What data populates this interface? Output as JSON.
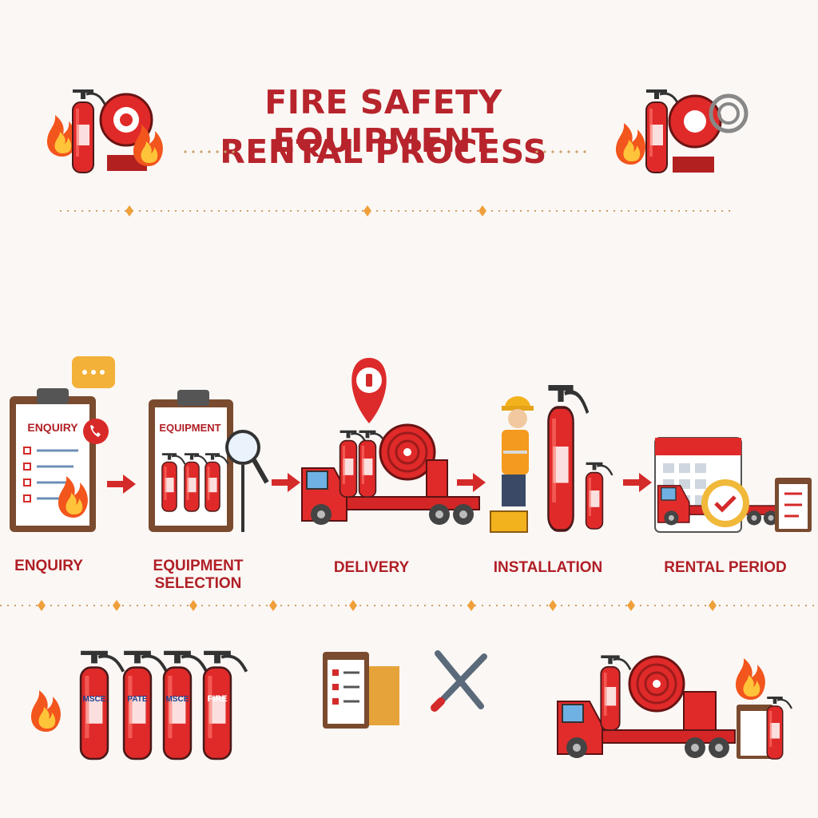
{
  "header": {
    "title_line1": "FIRE SAFETY EQUIPMENT",
    "title_line2": "RENTAL PROCESS"
  },
  "steps": [
    {
      "label": "ENQUIRY",
      "card_text": "ENQUIRY",
      "icon": "clipboard-phone-icon"
    },
    {
      "label": "EQUIPMENT\nSELECTION",
      "card_text": "EQUIPMENT",
      "icon": "clipboard-magnifier-icon"
    },
    {
      "label": "DELIVERY",
      "icon": "delivery-truck-icon"
    },
    {
      "label": "INSTALLATION",
      "icon": "technician-extinguisher-icon"
    },
    {
      "label": "RENTAL PERIOD",
      "icon": "calendar-clock-icon"
    }
  ],
  "extinguisher_tags": [
    "MSCE",
    "PATE",
    "MSCE",
    "FIRE"
  ],
  "colors": {
    "brand_red": "#b8242b",
    "fire_red": "#e12b2b",
    "flame_orange": "#f59a1f",
    "accent_gold": "#f0b93a",
    "ink": "#3b3b3b"
  }
}
